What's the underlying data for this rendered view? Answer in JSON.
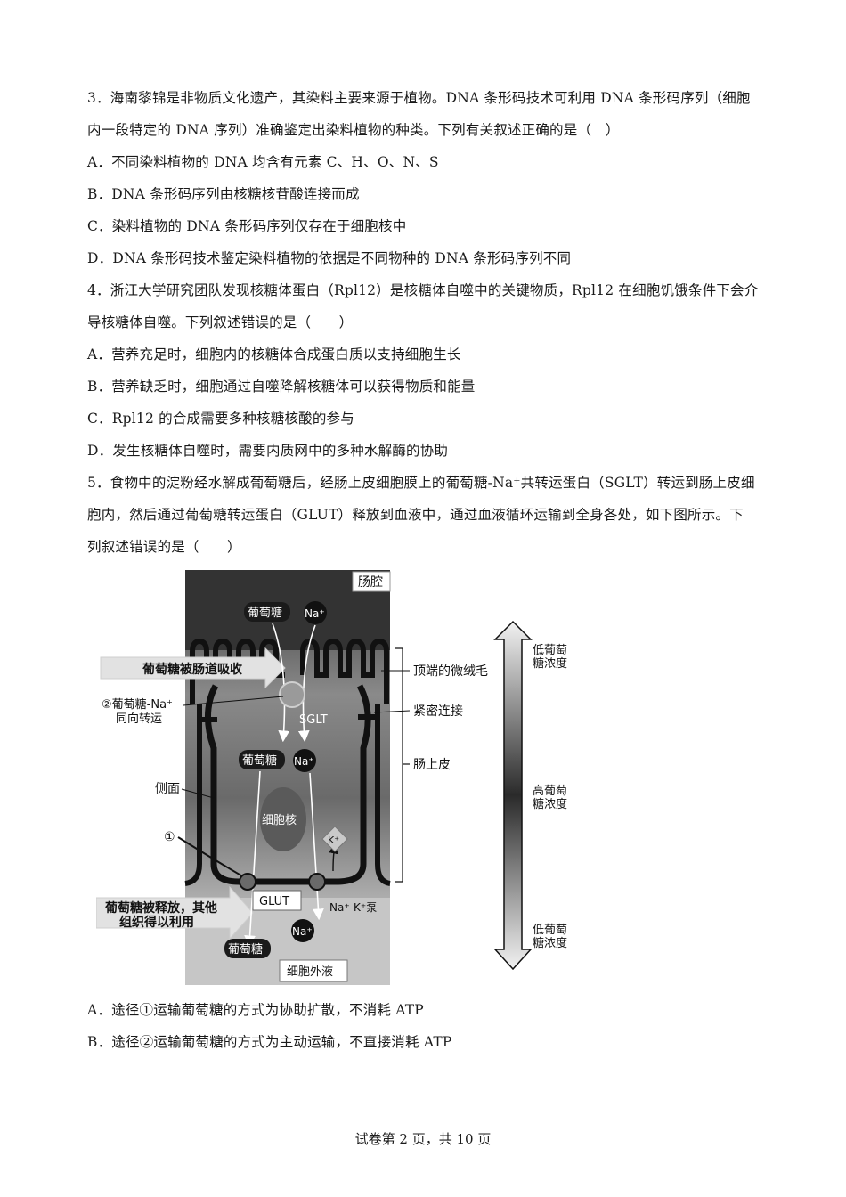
{
  "questions": [
    {
      "stem_lines": [
        "3．海南黎锦是非物质文化遗产，其染料主要来源于植物。DNA 条形码技术可利用 DNA 条形码序列（细胞",
        "内一段特定的 DNA 序列）准确鉴定出染料植物的种类。下列有关叙述正确的是（　）"
      ],
      "options": [
        "A．不同染料植物的 DNA 均含有元素 C、H、O、N、S",
        "B．DNA 条形码序列由核糖核苷酸连接而成",
        "C．染料植物的 DNA 条形码序列仅存在于细胞核中",
        "D．DNA 条形码技术鉴定染料植物的依据是不同物种的 DNA 条形码序列不同"
      ]
    },
    {
      "stem_lines": [
        "4．浙江大学研究团队发现核糖体蛋白（Rpl12）是核糖体自噬中的关键物质，Rpl12 在细胞饥饿条件下会介",
        "导核糖体自噬。下列叙述错误的是（　　）"
      ],
      "options": [
        "A．营养充足时，细胞内的核糖体合成蛋白质以支持细胞生长",
        "B．营养缺乏时，细胞通过自噬降解核糖体可以获得物质和能量",
        "C．Rpl12 的合成需要多种核糖核酸的参与",
        "D．发生核糖体自噬时，需要内质网中的多种水解酶的协助"
      ]
    },
    {
      "stem_lines": [
        "5．食物中的淀粉经水解成葡萄糖后，经肠上皮细胞膜上的葡萄糖-Na⁺共转运蛋白（SGLT）转运到肠上皮细",
        "胞内，然后通过葡萄糖转运蛋白（GLUT）释放到血液中，通过血液循环运输到全身各处，如下图所示。下",
        "列叙述错误的是（　　）"
      ],
      "options": [
        "A．途径①运输葡萄糖的方式为协助扩散，不消耗 ATP",
        "B．途径②运输葡萄糖的方式为主动运输，不直接消耗 ATP"
      ]
    }
  ],
  "diagram": {
    "lumen": "肠腔",
    "glucose": "葡萄糖",
    "na": "Na⁺",
    "k": "K⁺",
    "absorbed_arrow": "葡萄糖被肠道吸收",
    "path2_line1": "②葡萄糖-Na⁺",
    "path2_line2": "同向转运",
    "sglt": "SGLT",
    "side": "侧面",
    "path1": "①",
    "nucleus": "细胞核",
    "glut": "GLUT",
    "pump": "Na⁺-K⁺泵",
    "released_line1": "葡萄糖被释放，其他",
    "released_line2": "组织得以利用",
    "ecf": "细胞外液",
    "microvilli": "顶端的微绒毛",
    "tight_junction": "紧密连接",
    "epithelium": "肠上皮",
    "low_conc_line1": "低葡萄",
    "low_conc_line2": "糖浓度",
    "high_conc_line1": "高葡萄",
    "high_conc_line2": "糖浓度"
  },
  "footer": "试卷第 2 页，共 10 页"
}
